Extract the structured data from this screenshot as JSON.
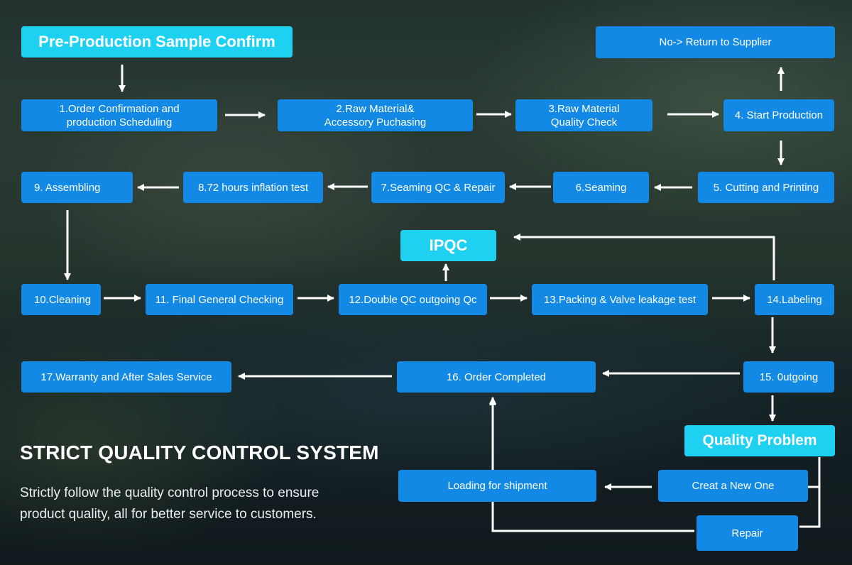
{
  "flow": {
    "header_confirm": "Pre-Production Sample Confirm",
    "return_supplier": "No-> Return to Supplier",
    "step1": "1.Order Confirmation and\nproduction Scheduling",
    "step2": "2.Raw Material&\nAccessory Puchasing",
    "step3": "3.Raw Material\nQuality Check",
    "step4": "4. Start Production",
    "step5": "5. Cutting and Printing",
    "step6": "6.Seaming",
    "step7": "7.Seaming QC & Repair",
    "step8": "8.72 hours inflation test",
    "step9": "9. Assembling",
    "ipqc": "IPQC",
    "step10": "10.Cleaning",
    "step11": "11. Final General Checking",
    "step12": "12.Double QC outgoing Qc",
    "step13": "13.Packing & Valve leakage test",
    "step14": "14.Labeling",
    "step15": "15. 0utgoing",
    "step16": "16. Order Completed",
    "step17": "17.Warranty and After Sales Service",
    "quality_problem": "Quality Problem",
    "create_new": "Creat a New One",
    "loading": "Loading for shipment",
    "repair": "Repair"
  },
  "footer": {
    "headline": "STRICT QUALITY CONTROL SYSTEM",
    "description": "Strictly follow the quality control process to ensure product quality, all for better service to customers."
  },
  "colors": {
    "box": "#1389e6",
    "highlight": "#1fd1f0",
    "connector": "#ffffff"
  }
}
